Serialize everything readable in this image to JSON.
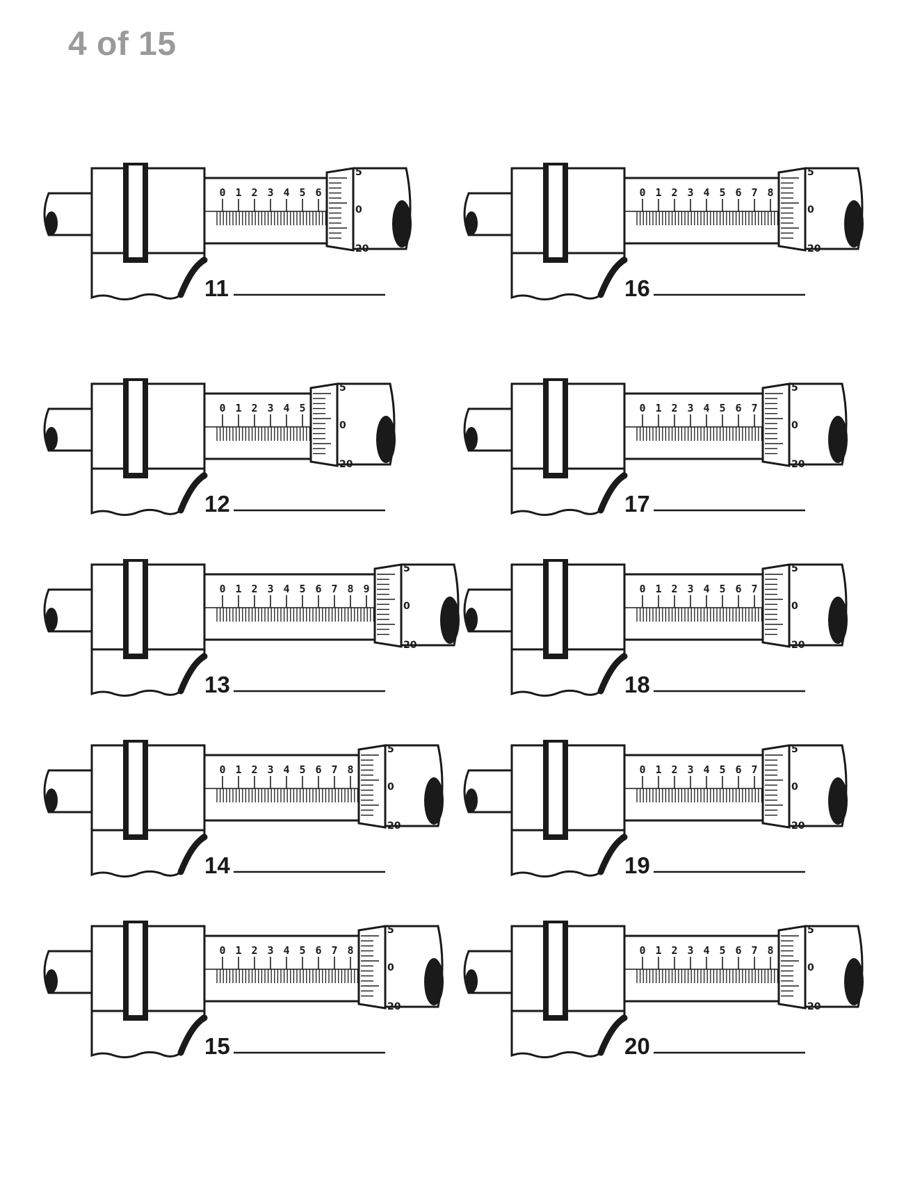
{
  "header": {
    "page_counter": "4 of 15"
  },
  "worksheet": {
    "problems": [
      {
        "number": "11",
        "sleeve_numbers": [
          "0",
          "1",
          "2",
          "3",
          "4",
          "5",
          "6"
        ],
        "thimble_labels": [
          "5",
          "0",
          "20"
        ]
      },
      {
        "number": "12",
        "sleeve_numbers": [
          "0",
          "1",
          "2",
          "3",
          "4",
          "5"
        ],
        "thimble_labels": [
          "5",
          "0",
          "20"
        ]
      },
      {
        "number": "13",
        "sleeve_numbers": [
          "0",
          "1",
          "2",
          "3",
          "4",
          "5",
          "6",
          "7",
          "8",
          "9"
        ],
        "thimble_labels": [
          "5",
          "0",
          "20"
        ]
      },
      {
        "number": "14",
        "sleeve_numbers": [
          "0",
          "1",
          "2",
          "3",
          "4",
          "5",
          "6",
          "7",
          "8"
        ],
        "thimble_labels": [
          "5",
          "0",
          "20"
        ]
      },
      {
        "number": "15",
        "sleeve_numbers": [
          "0",
          "1",
          "2",
          "3",
          "4",
          "5",
          "6",
          "7",
          "8"
        ],
        "thimble_labels": [
          "5",
          "0",
          "20"
        ]
      },
      {
        "number": "16",
        "sleeve_numbers": [
          "0",
          "1",
          "2",
          "3",
          "4",
          "5",
          "6",
          "7",
          "8"
        ],
        "thimble_labels": [
          "5",
          "0",
          "20"
        ]
      },
      {
        "number": "17",
        "sleeve_numbers": [
          "0",
          "1",
          "2",
          "3",
          "4",
          "5",
          "6",
          "7"
        ],
        "thimble_labels": [
          "5",
          "0",
          "20"
        ]
      },
      {
        "number": "18",
        "sleeve_numbers": [
          "0",
          "1",
          "2",
          "3",
          "4",
          "5",
          "6",
          "7"
        ],
        "thimble_labels": [
          "5",
          "0",
          "20"
        ]
      },
      {
        "number": "19",
        "sleeve_numbers": [
          "0",
          "1",
          "2",
          "3",
          "4",
          "5",
          "6",
          "7"
        ],
        "thimble_labels": [
          "5",
          "0",
          "20"
        ]
      },
      {
        "number": "20",
        "sleeve_numbers": [
          "0",
          "1",
          "2",
          "3",
          "4",
          "5",
          "6",
          "7",
          "8"
        ],
        "thimble_labels": [
          "5",
          "0",
          "20"
        ]
      }
    ]
  }
}
